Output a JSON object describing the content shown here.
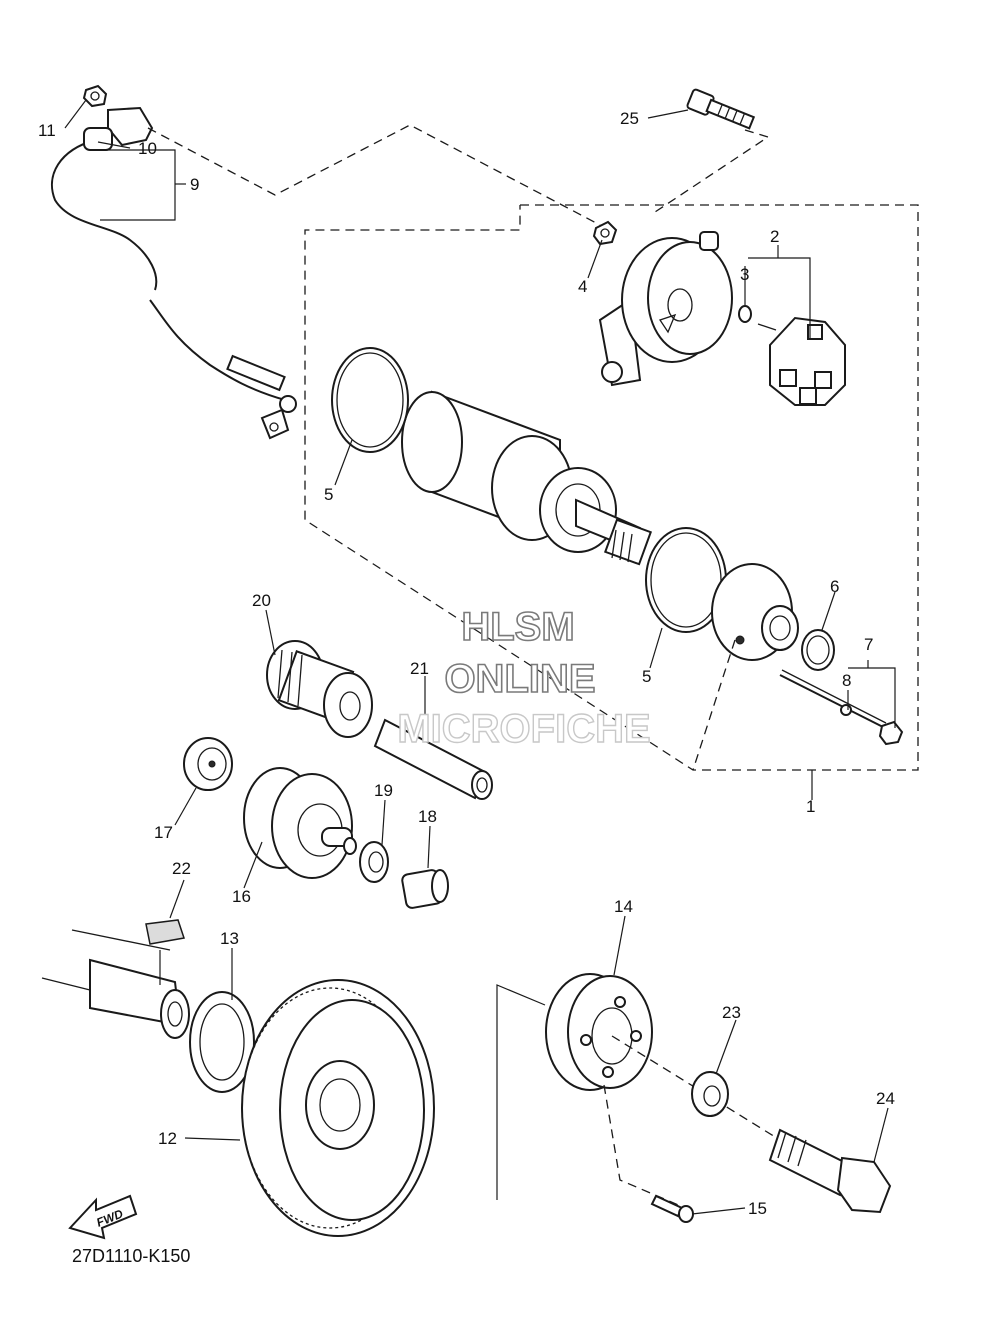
{
  "diagram_code": "27D1110-K150",
  "watermark": {
    "line1": "HLSM",
    "line2": "ONLINE",
    "line3": "MICROFICHE"
  },
  "fwd_label": "FWD",
  "callouts": [
    {
      "id": "c1",
      "label": "1"
    },
    {
      "id": "c2",
      "label": "2"
    },
    {
      "id": "c3",
      "label": "3"
    },
    {
      "id": "c4",
      "label": "4"
    },
    {
      "id": "c5a",
      "label": "5"
    },
    {
      "id": "c5b",
      "label": "5"
    },
    {
      "id": "c6",
      "label": "6"
    },
    {
      "id": "c7",
      "label": "7"
    },
    {
      "id": "c8",
      "label": "8"
    },
    {
      "id": "c9",
      "label": "9"
    },
    {
      "id": "c10",
      "label": "10"
    },
    {
      "id": "c11",
      "label": "11"
    },
    {
      "id": "c12",
      "label": "12"
    },
    {
      "id": "c13",
      "label": "13"
    },
    {
      "id": "c14",
      "label": "14"
    },
    {
      "id": "c15",
      "label": "15"
    },
    {
      "id": "c16",
      "label": "16"
    },
    {
      "id": "c17",
      "label": "17"
    },
    {
      "id": "c18",
      "label": "18"
    },
    {
      "id": "c19",
      "label": "19"
    },
    {
      "id": "c20",
      "label": "20"
    },
    {
      "id": "c21",
      "label": "21"
    },
    {
      "id": "c22",
      "label": "22"
    },
    {
      "id": "c23",
      "label": "23"
    },
    {
      "id": "c24",
      "label": "24"
    },
    {
      "id": "c25",
      "label": "25"
    }
  ]
}
